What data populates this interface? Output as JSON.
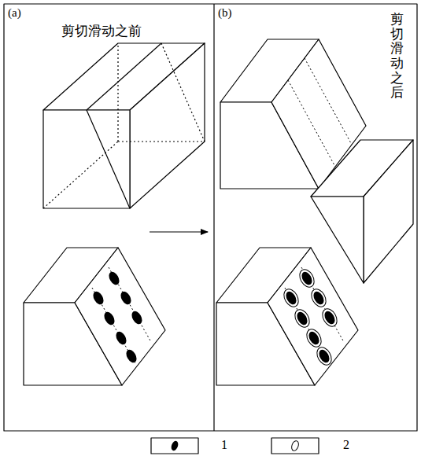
{
  "diagram": {
    "labels": [
      "(a)",
      "剪切滑动之前",
      "(b)",
      "剪切滑动之后"
    ],
    "legend": [
      {
        "text": "1"
      },
      {
        "text": "2"
      }
    ]
  }
}
